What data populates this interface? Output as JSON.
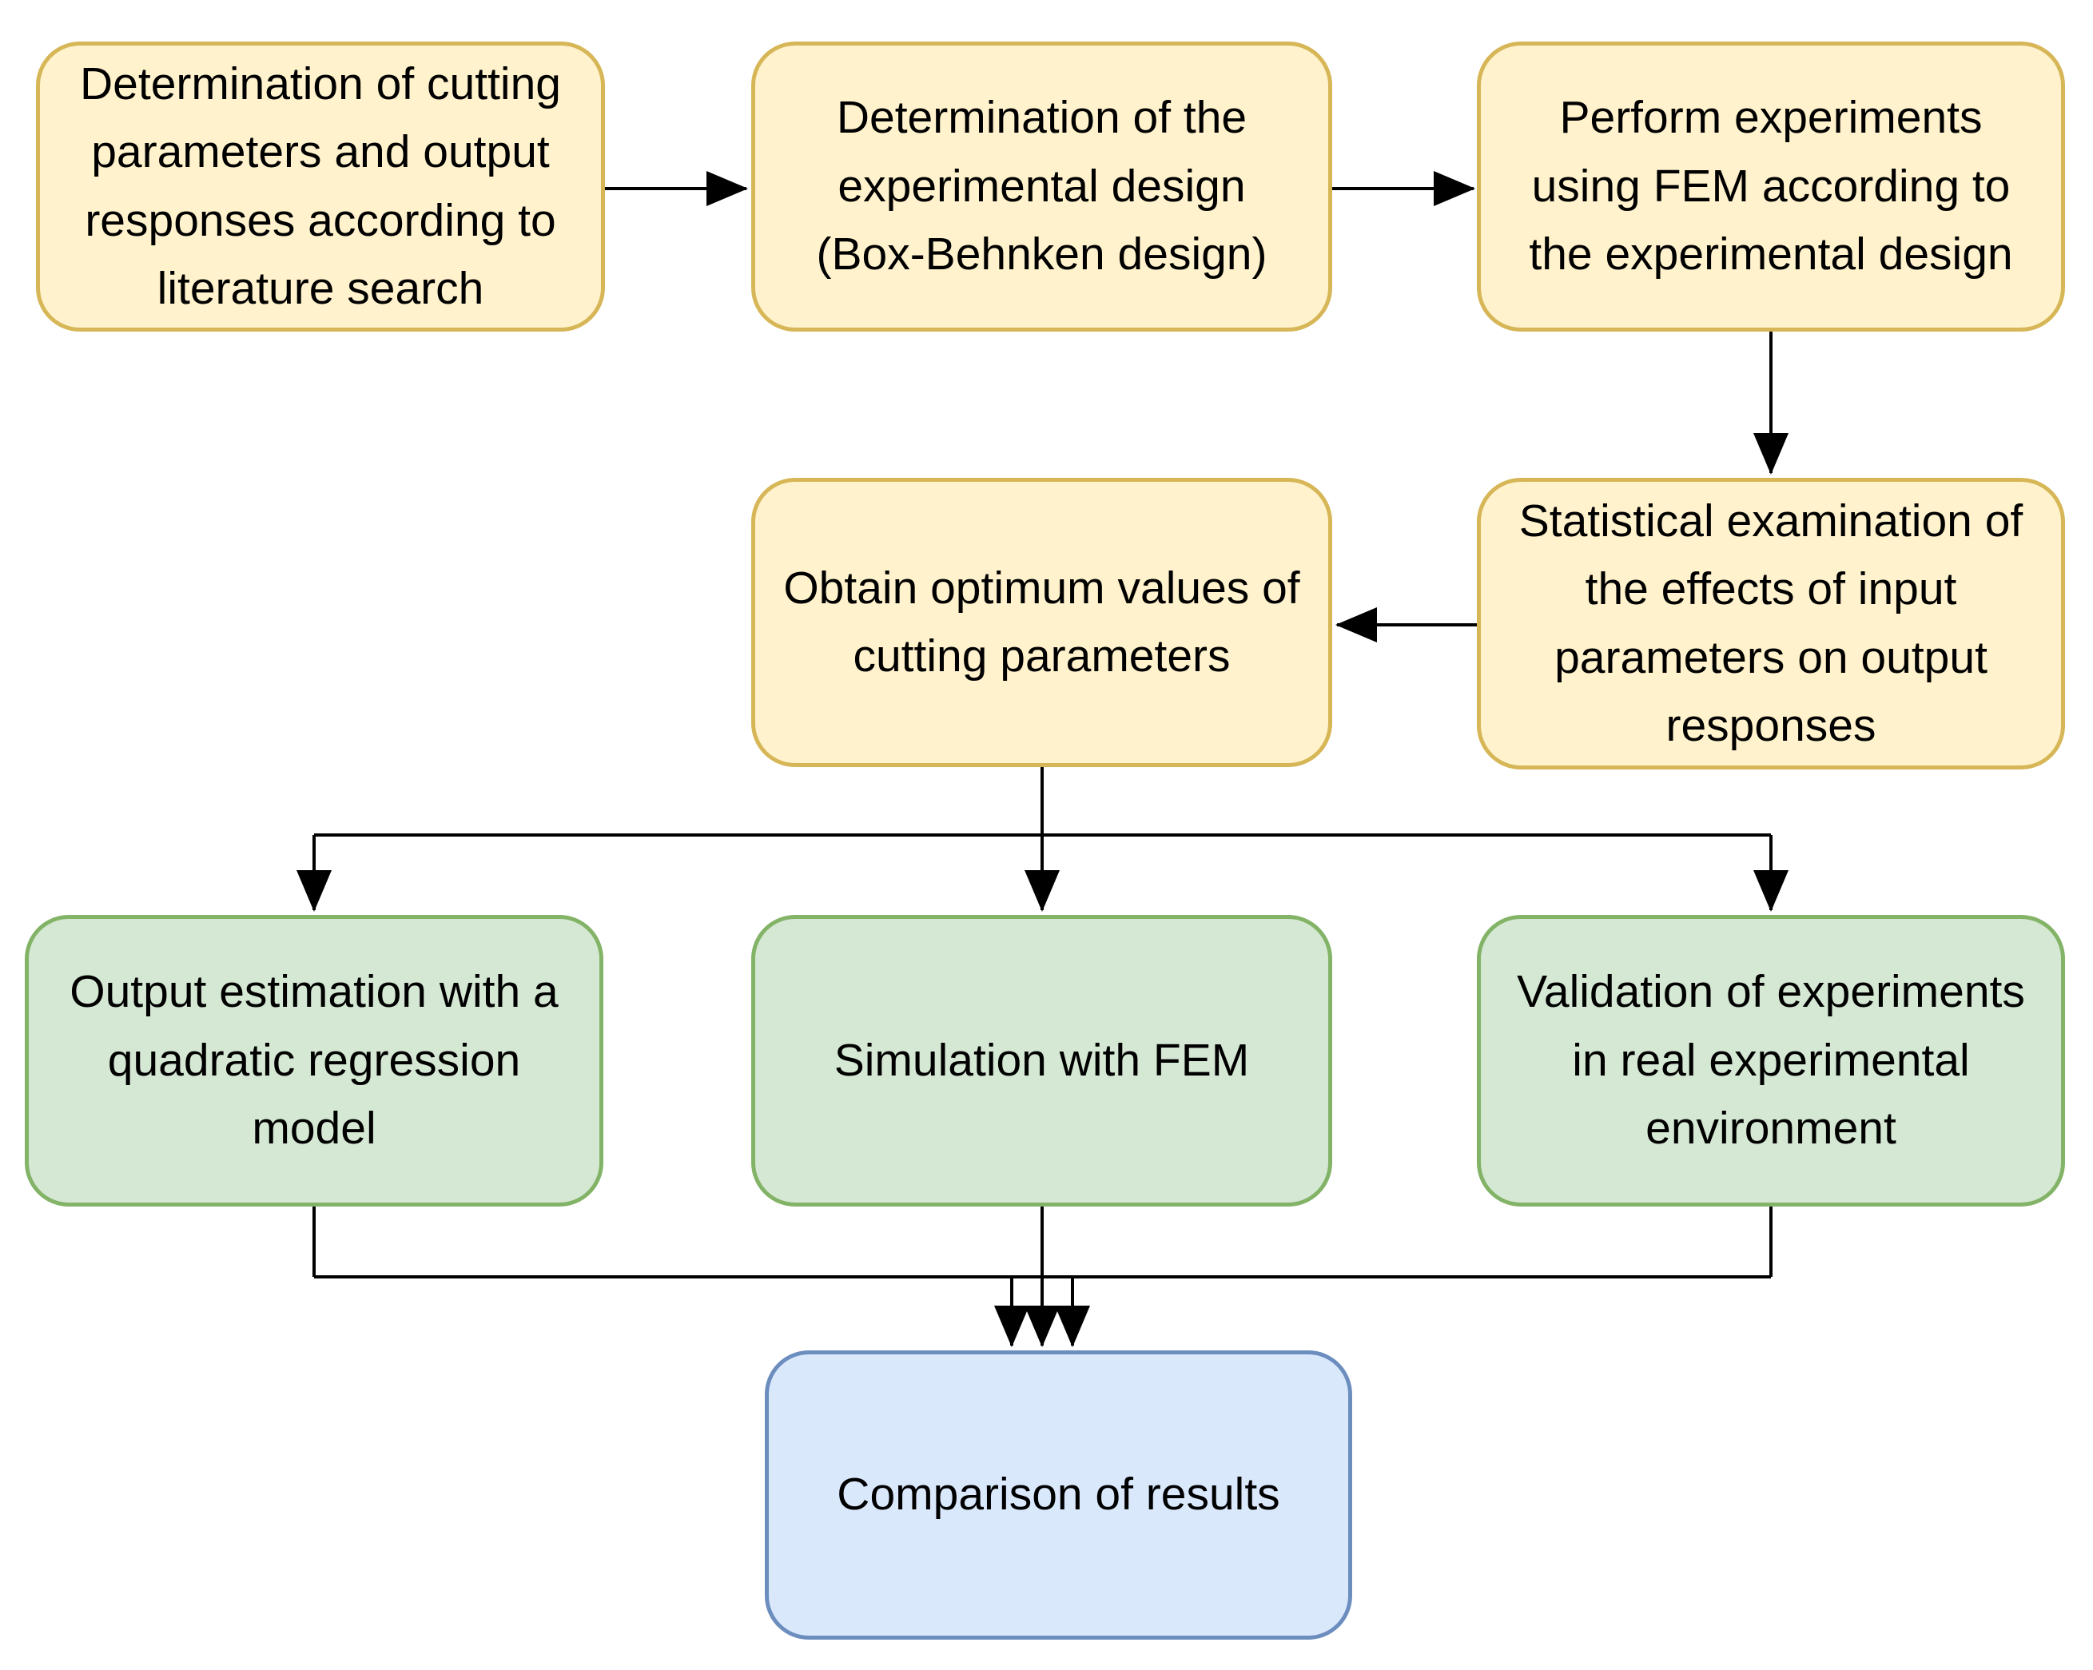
{
  "diagram": {
    "type": "flowchart",
    "nodes": [
      {
        "id": "literature-search",
        "label": "Determination of cutting parameters and output responses according to literature search",
        "color_role": "yellow"
      },
      {
        "id": "experimental-design",
        "label": "Determination of the experimental design (Box-Behnken design)",
        "color_role": "yellow"
      },
      {
        "id": "perform-experiments-fem",
        "label": "Perform experiments using FEM according to the experimental design",
        "color_role": "yellow"
      },
      {
        "id": "optimum-values",
        "label": "Obtain optimum values of cutting parameters",
        "color_role": "yellow"
      },
      {
        "id": "statistical-examination",
        "label": "Statistical examination of the effects of input parameters on output responses",
        "color_role": "yellow"
      },
      {
        "id": "regression-model",
        "label": "Output estimation with a quadratic regression model",
        "color_role": "green"
      },
      {
        "id": "simulation-fem",
        "label": "Simulation with FEM",
        "color_role": "green"
      },
      {
        "id": "validation-experiments",
        "label": "Validation of experiments in real experimental environment",
        "color_role": "green"
      },
      {
        "id": "comparison-results",
        "label": "Comparison of results",
        "color_role": "blue"
      }
    ],
    "edges": [
      {
        "from": "literature-search",
        "to": "experimental-design"
      },
      {
        "from": "experimental-design",
        "to": "perform-experiments-fem"
      },
      {
        "from": "perform-experiments-fem",
        "to": "statistical-examination"
      },
      {
        "from": "statistical-examination",
        "to": "optimum-values"
      },
      {
        "from": "optimum-values",
        "to": "regression-model"
      },
      {
        "from": "optimum-values",
        "to": "simulation-fem"
      },
      {
        "from": "optimum-values",
        "to": "validation-experiments"
      },
      {
        "from": "regression-model",
        "to": "comparison-results"
      },
      {
        "from": "simulation-fem",
        "to": "comparison-results"
      },
      {
        "from": "validation-experiments",
        "to": "comparison-results"
      }
    ],
    "colors": {
      "yellow_fill": "#FFF2CC",
      "yellow_border": "#D6B656",
      "green_fill": "#D5E8D4",
      "green_border": "#82B366",
      "blue_fill": "#DAE8FC",
      "blue_border": "#6C8EBF",
      "line": "#000000",
      "text": "#000000"
    }
  }
}
